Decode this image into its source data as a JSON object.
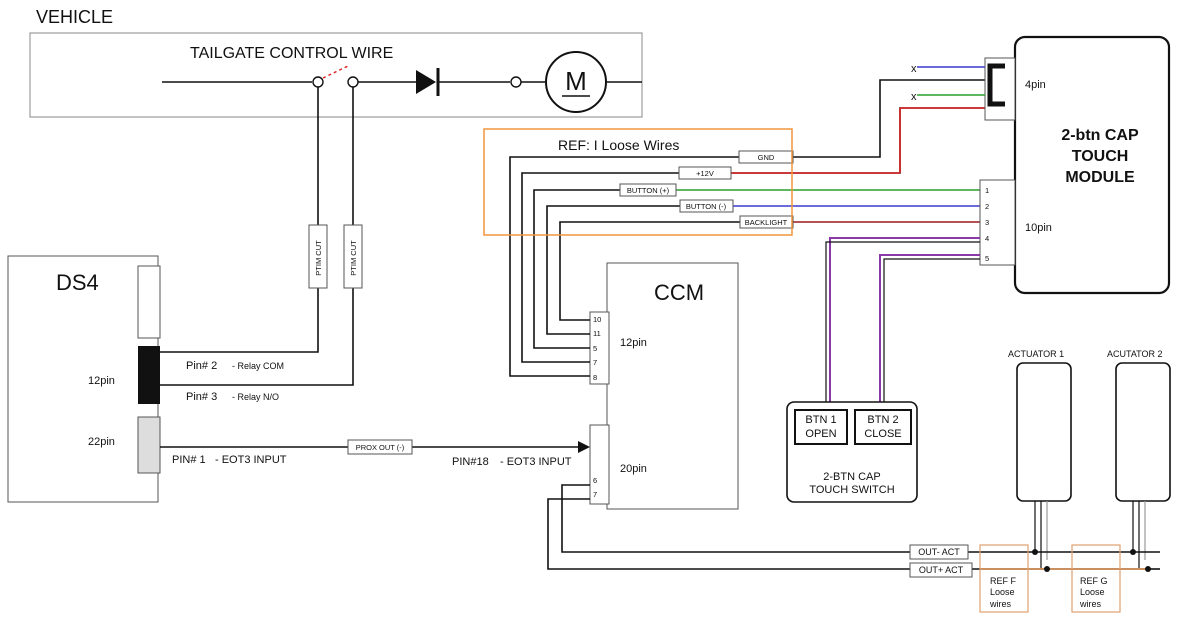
{
  "vehicle": {
    "label": "VEHICLE",
    "tailgate_label": "TAILGATE CONTROL WIRE",
    "motor_symbol": "M"
  },
  "ptim_cut": [
    "PTIM CUT",
    "PTIM CUT"
  ],
  "ds4": {
    "title": "DS4",
    "connector_12pin": "12pin",
    "connector_22pin": "22pin",
    "pin2_num": "Pin# 2",
    "pin2_desc": "- Relay COM",
    "pin3_num": "Pin# 3",
    "pin3_desc": "- Relay N/O",
    "pin1_num": "PIN# 1",
    "pin1_desc": "- EOT3 INPUT"
  },
  "prox_out": "PROX OUT (-)",
  "ccm": {
    "title": "CCM",
    "connector_12pin": "12pin",
    "connector_20pin": "20pin",
    "pin18_num": "PIN#18",
    "pin18_desc": "- EOT3 INPUT",
    "pins_12": [
      "10",
      "11",
      "5",
      "7",
      "8"
    ],
    "pins_20": [
      "6",
      "7"
    ]
  },
  "ref_loose": {
    "title": "REF: I Loose Wires",
    "tags": [
      "GND",
      "+12V",
      "BUTTON (+)",
      "BUTTON (-)",
      "BACKLIGHT"
    ]
  },
  "module": {
    "title_lines": [
      "2-btn CAP",
      "TOUCH",
      "MODULE"
    ],
    "connector_4pin": "4pin",
    "connector_10pin": "10pin",
    "pins_10": [
      "1",
      "2",
      "3",
      "4",
      "5"
    ],
    "cut_marks": [
      "x",
      "x"
    ]
  },
  "switch": {
    "btn1_lines": [
      "BTN 1",
      "OPEN"
    ],
    "btn2_lines": [
      "BTN 2",
      "CLOSE"
    ],
    "caption_lines": [
      "2-BTN CAP",
      "TOUCH SWITCH"
    ]
  },
  "actuators": {
    "label1": "ACTUATOR 1",
    "label2": "ACUTATOR 2"
  },
  "outputs": {
    "out_neg": "OUT- ACT",
    "out_pos": "OUT+ ACT"
  },
  "ref_f_lines": [
    "REF F",
    "Loose",
    "wires"
  ],
  "ref_g_lines": [
    "REF G",
    "Loose",
    "wires"
  ],
  "colors": {
    "wire": "#111111",
    "red": "#e02020",
    "green": "#2aa02a",
    "blue": "#3a3ad0",
    "purple": "#8a3aa8",
    "darkred": "#9a1a1a",
    "orange_box": "#f0963c",
    "ref_box": "#e0a070",
    "box_stroke": "#555555",
    "connector_fill": "#dddddd",
    "dark_connector": "#111111",
    "pin_label_dash": "#e02020",
    "gray_text": "#888888"
  }
}
